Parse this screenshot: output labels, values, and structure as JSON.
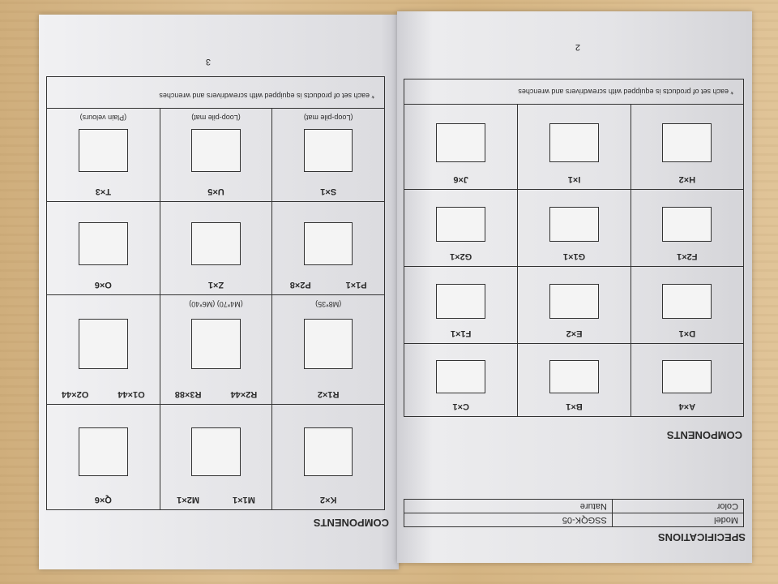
{
  "left_page": {
    "page_number": "3",
    "title": "COMPONENTS",
    "rows": [
      [
        {
          "labels": [
            "K×2"
          ],
          "caption": ""
        },
        {
          "labels": [
            "M1×1",
            "M2×1"
          ],
          "caption": ""
        },
        {
          "labels": [
            "Q×6"
          ],
          "caption": ""
        }
      ],
      [
        {
          "labels": [
            "R1×2"
          ],
          "caption": "(M8*35)"
        },
        {
          "labels": [
            "R2×44",
            "R3×88"
          ],
          "caption": "(M4*70)   (M6*40)"
        },
        {
          "labels": [
            "O1×44",
            "O2×44"
          ],
          "caption": ""
        }
      ],
      [
        {
          "labels": [
            "P1×1",
            "P2×8"
          ],
          "caption": ""
        },
        {
          "labels": [
            "Z×1"
          ],
          "caption": ""
        },
        {
          "labels": [
            "O×6"
          ],
          "caption": ""
        }
      ],
      [
        {
          "labels": [
            "S×1"
          ],
          "caption": "(Loop-pile mat)"
        },
        {
          "labels": [
            "U×5"
          ],
          "caption": "(Loop-pile mat)"
        },
        {
          "labels": [
            "T×3"
          ],
          "caption": "(Plain velours)"
        }
      ]
    ],
    "note": "* each set of products is equipped with screwdrivers and wrenches"
  },
  "right_page": {
    "page_number": "2",
    "spec_title": "SPECIFICATIONS",
    "spec_rows": [
      [
        "Model",
        "SSGQK-05"
      ],
      [
        "Color",
        "Nature"
      ]
    ],
    "title": "COMPONENTS",
    "rows": [
      [
        {
          "labels": [
            "A×4"
          ]
        },
        {
          "labels": [
            "B×1"
          ]
        },
        {
          "labels": [
            "C×1"
          ]
        }
      ],
      [
        {
          "labels": [
            "D×1"
          ]
        },
        {
          "labels": [
            "E×2"
          ]
        },
        {
          "labels": [
            "F1×1"
          ]
        }
      ],
      [
        {
          "labels": [
            "F2×1"
          ]
        },
        {
          "labels": [
            "G1×1"
          ]
        },
        {
          "labels": [
            "G2×1"
          ]
        }
      ],
      [
        {
          "labels": [
            "H×2"
          ]
        },
        {
          "labels": [
            "I×1"
          ]
        },
        {
          "labels": [
            "J×6"
          ]
        }
      ]
    ],
    "note": "* each set of products is equipped with screwdrivers and wrenches"
  }
}
